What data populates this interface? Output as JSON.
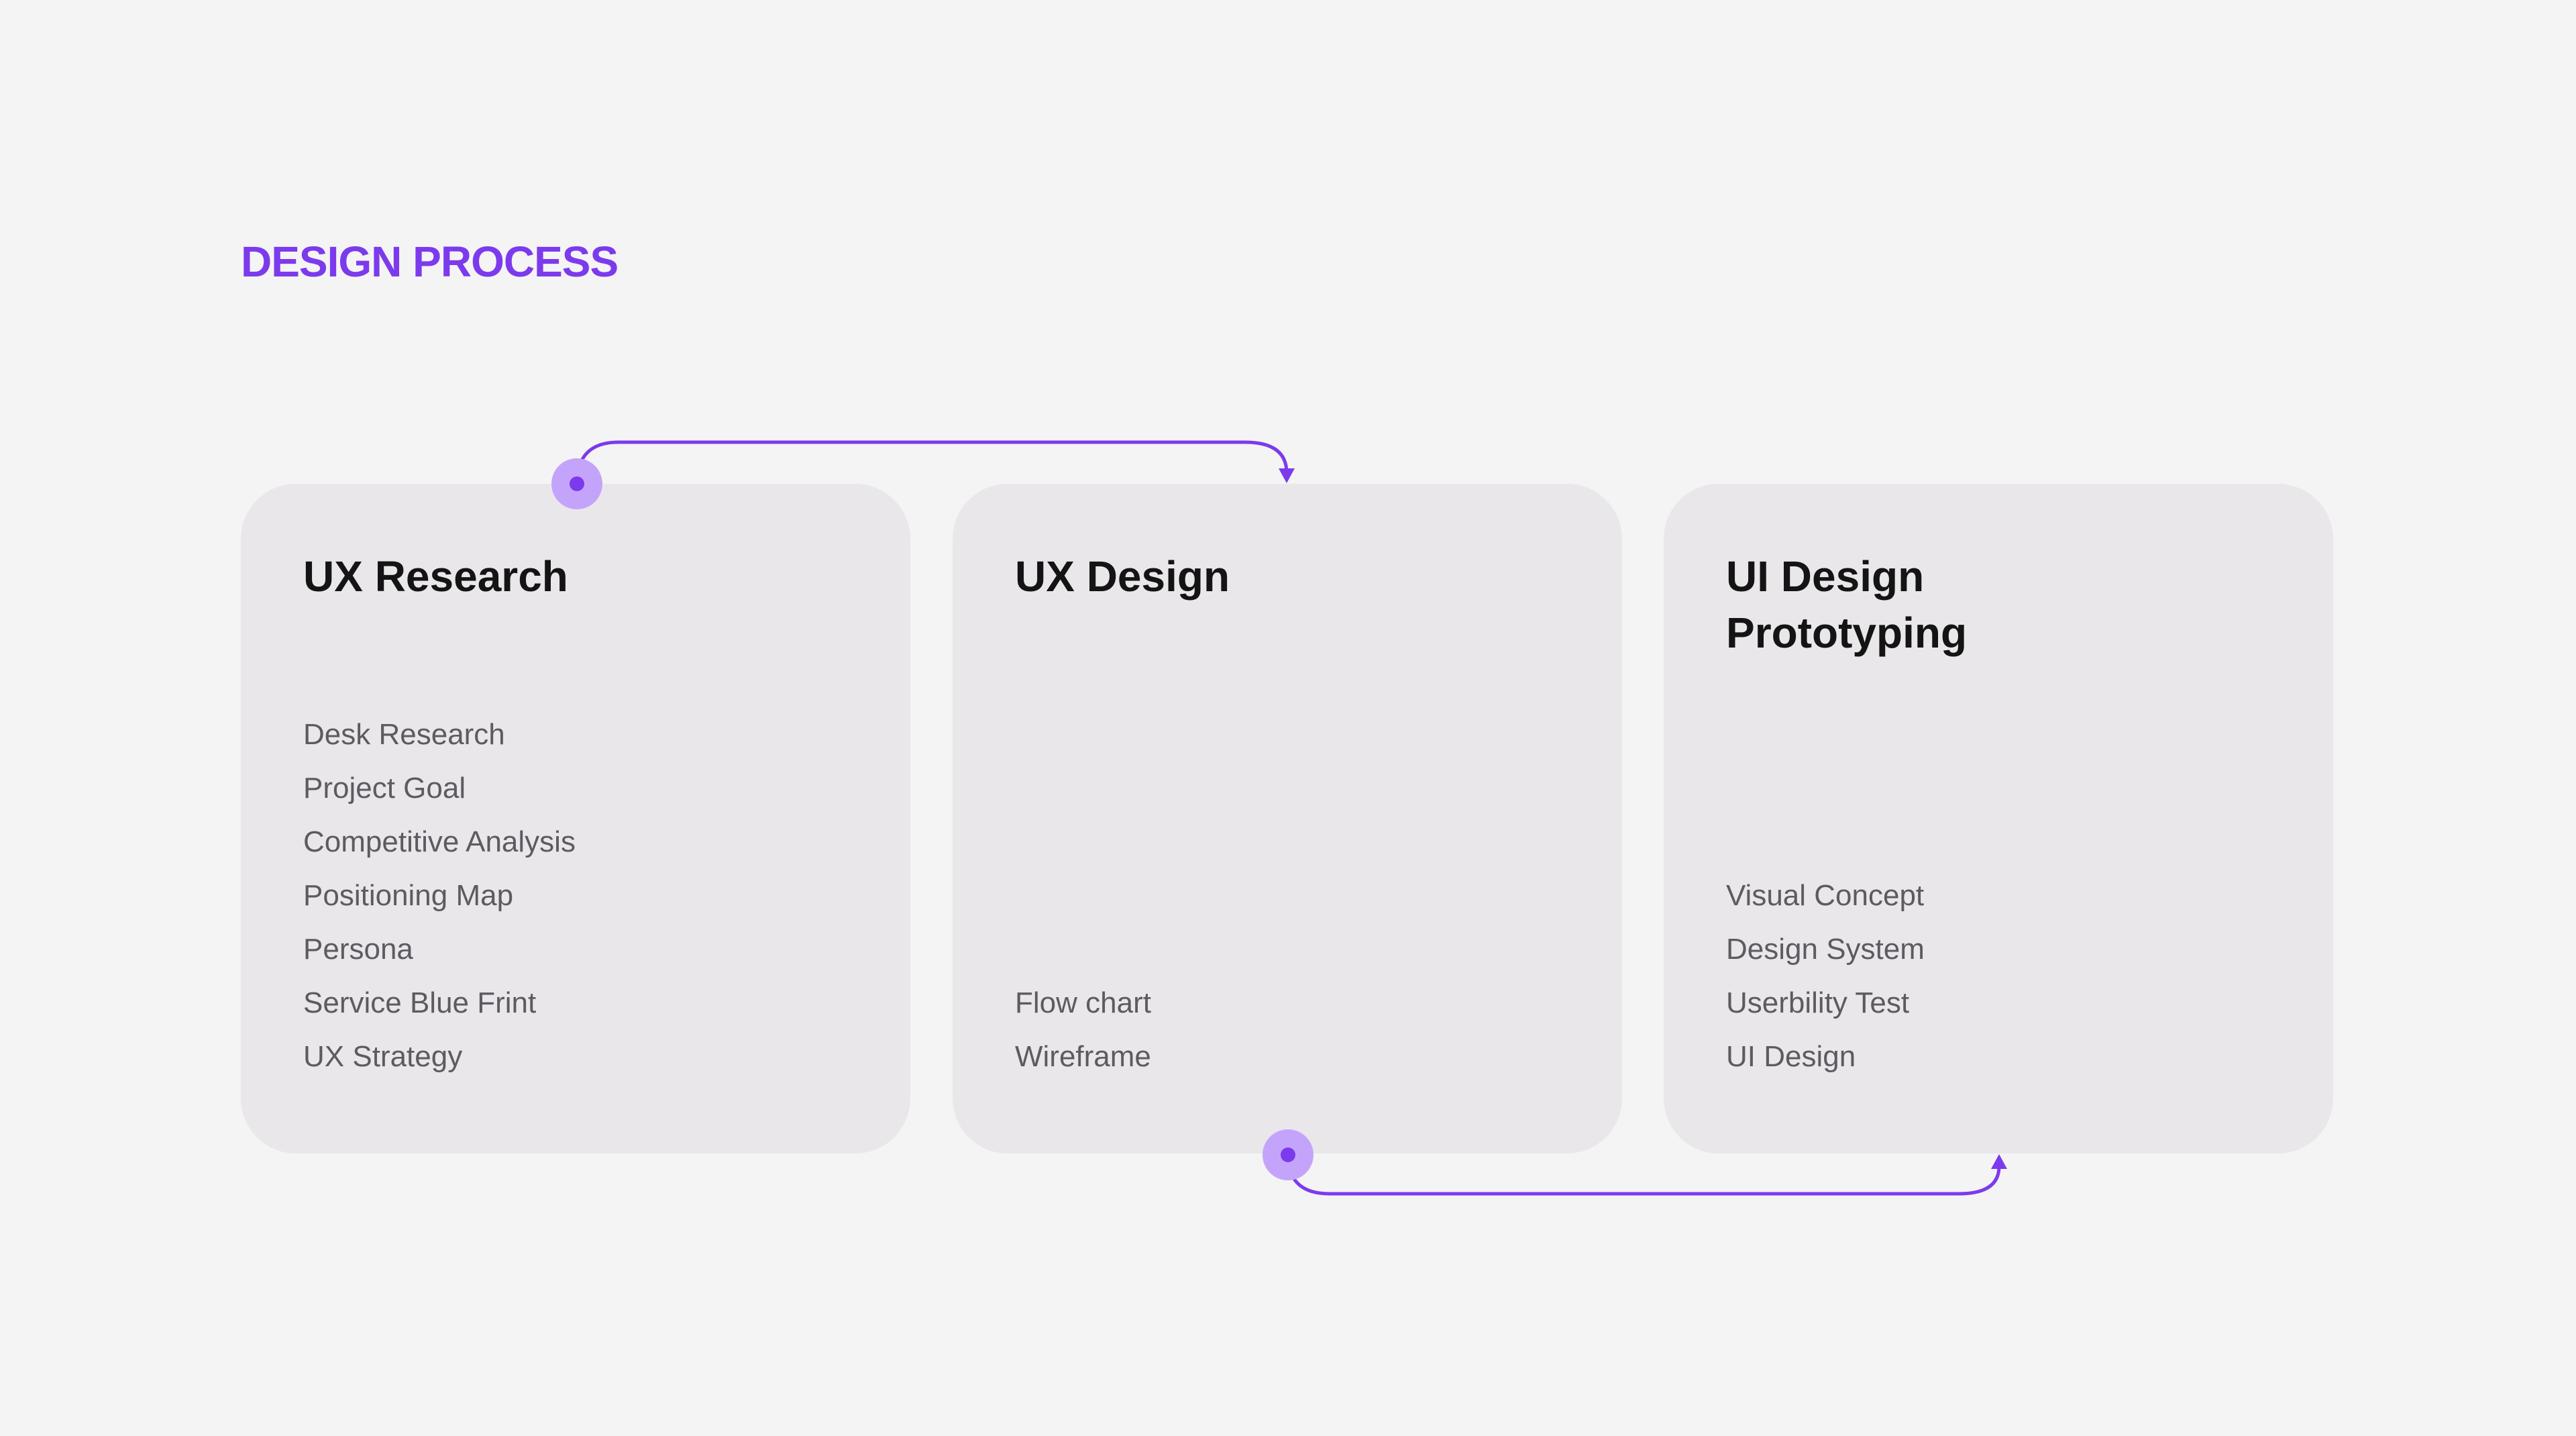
{
  "header": {
    "title": "DESIGN PROCESS"
  },
  "steps": [
    {
      "title": "UX Research",
      "items": [
        "Desk Research",
        "Project Goal",
        "Competitive Analysis",
        "Positioning Map",
        "Persona",
        "Service Blue Frint",
        "UX Strategy"
      ]
    },
    {
      "title": "UX Design",
      "items": [
        "Flow chart",
        "Wireframe"
      ]
    },
    {
      "title": "UI Design\nPrototyping",
      "title_lines": [
        "UI Design",
        "Prototyping"
      ],
      "items": [
        "Visual Concept",
        "Design System",
        "Userbility Test",
        "UI Design"
      ]
    }
  ],
  "colors": {
    "background": "#f4f4f4",
    "card": "#e9e7ea",
    "accent": "#7c3aed",
    "accent_light": "#c4a4fb",
    "title_text": "#141414",
    "item_text": "#5e5a61"
  },
  "icons": {
    "connector_node": "circle-node-icon",
    "connector_arrow": "arrow-head-icon"
  }
}
